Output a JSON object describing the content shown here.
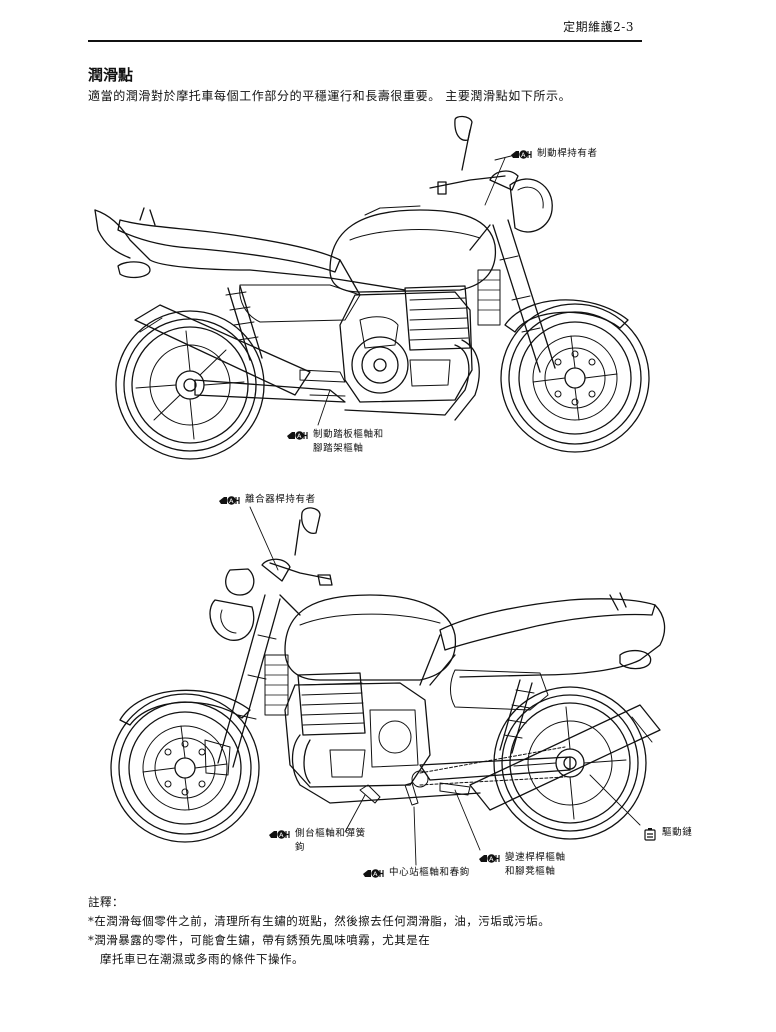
{
  "header": {
    "section_ref": "定期維護2-3"
  },
  "section": {
    "title": "潤滑點",
    "intro": "適當的潤滑對於摩托車每個工作部分的平穩運行和長壽很重要。 主要潤滑點如下所示。"
  },
  "figure_top": {
    "callouts": [
      {
        "icon": "grease-icon",
        "icon_letter": "A",
        "lines": [
          "制動桿持有者"
        ]
      },
      {
        "icon": "grease-icon",
        "icon_letter": "A",
        "lines": [
          "制動踏板樞軸和",
          "腳踏架樞軸"
        ]
      }
    ]
  },
  "figure_bottom": {
    "callouts": [
      {
        "icon": "grease-icon",
        "icon_letter": "A",
        "lines": [
          "離合器桿持有者"
        ]
      },
      {
        "icon": "grease-icon",
        "icon_letter": "A",
        "lines": [
          "側台樞軸和彈簧",
          "鉤"
        ]
      },
      {
        "icon": "grease-icon",
        "icon_letter": "A",
        "lines": [
          "中心站樞軸和春鉤"
        ]
      },
      {
        "icon": "grease-icon",
        "icon_letter": "A",
        "lines": [
          "變速桿桿樞軸",
          "和腳凳樞軸"
        ]
      },
      {
        "icon": "chain-lube-icon",
        "icon_letter": "",
        "lines": [
          "驅動鏈"
        ]
      }
    ]
  },
  "notes": {
    "heading": "註釋：",
    "lines": [
      "*在潤滑每個零件之前，清理所有生鏽的斑點，然後擦去任何潤滑脂，油，污垢或污垢。",
      "*潤滑暴露的零件，可能會生鏽，帶有銹預先風味噴霧，尤其是在",
      "摩托車已在潮濕或多雨的條件下操作。"
    ]
  }
}
